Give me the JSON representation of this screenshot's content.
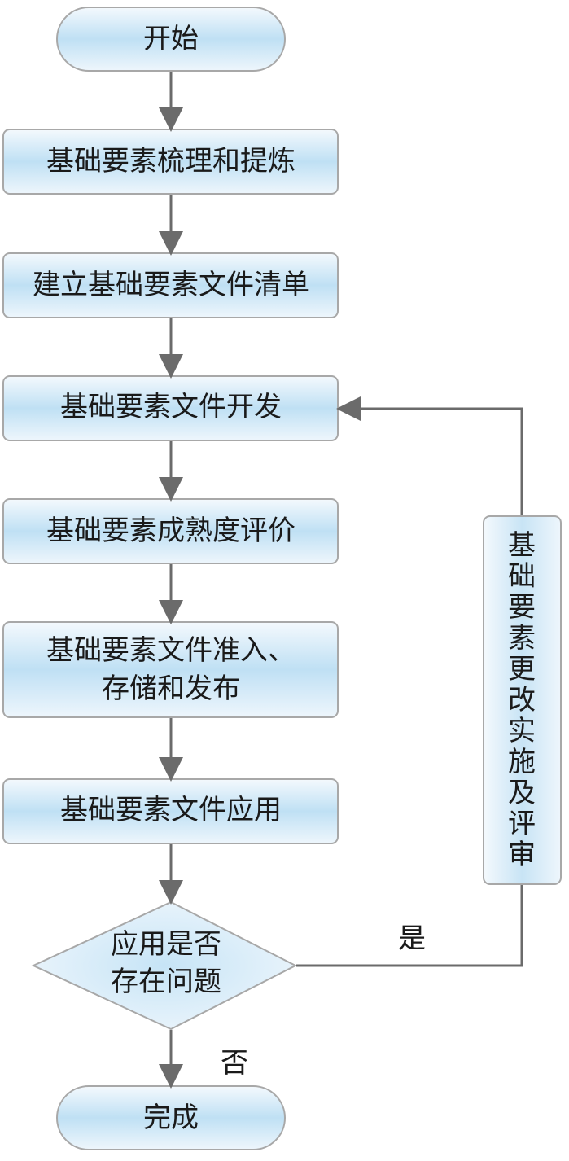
{
  "flowchart": {
    "start": "开始",
    "steps": [
      "基础要素梳理和提炼",
      "建立基础要素文件清单",
      "基础要素文件开发",
      "基础要素成熟度评价",
      "基础要素文件准入、",
      "存储和发布",
      "基础要素文件应用"
    ],
    "decision_line1": "应用是否",
    "decision_line2": "存在问题",
    "feedback": [
      "基",
      "础",
      "要",
      "素",
      "更",
      "改",
      "实",
      "施",
      "及",
      "评",
      "审"
    ],
    "yes_label": "是",
    "no_label": "否",
    "end": "完成"
  },
  "colors": {
    "fill_light": "#eaf4fb",
    "fill_mid": "#bfe0f4",
    "border": "#a8a8a8",
    "connector": "#6b6b6b",
    "text": "#1a1a1a"
  }
}
